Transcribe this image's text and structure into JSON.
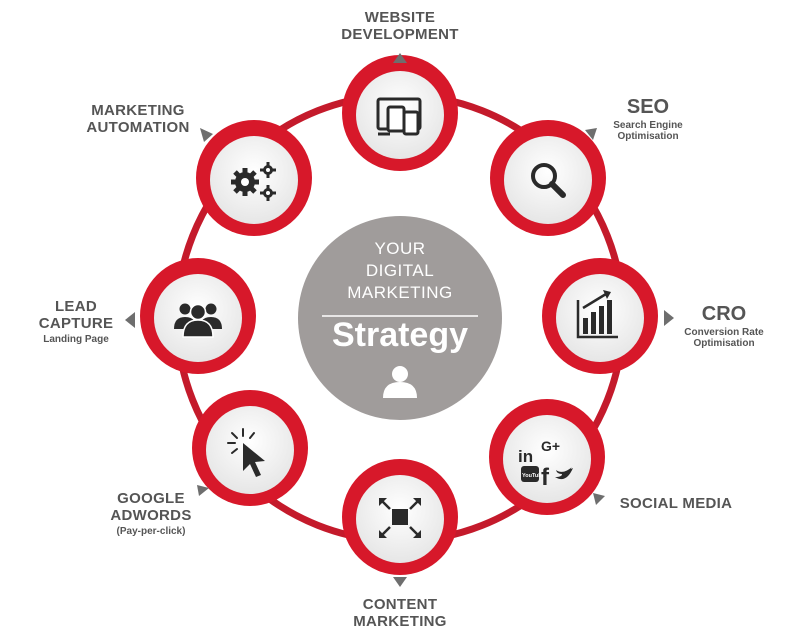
{
  "center": {
    "line1": "YOUR",
    "line2": "DIGITAL",
    "line3": "MARKETING",
    "strategy": "Strategy",
    "icon": "user-icon"
  },
  "colors": {
    "red": "#d7182a",
    "ring": "#c41a2b",
    "center": "#a09c9b",
    "text": "#555555",
    "arrow": "#6e6e6e"
  },
  "nodes": [
    {
      "id": "website-development",
      "title_line1": "WEBSITE",
      "title_line2": "DEVELOPMENT",
      "subtitle": "",
      "icon": "devices-icon"
    },
    {
      "id": "seo",
      "title_line1": "SEO",
      "title_line2": "",
      "subtitle": "Search Engine Optimisation",
      "icon": "search-icon"
    },
    {
      "id": "cro",
      "title_line1": "CRO",
      "title_line2": "",
      "subtitle": "Conversion Rate Optimisation",
      "icon": "growth-chart-icon"
    },
    {
      "id": "social-media",
      "title_line1": "SOCIAL MEDIA",
      "title_line2": "",
      "subtitle": "",
      "icon": "social-logos-icon"
    },
    {
      "id": "content-marketing",
      "title_line1": "CONTENT",
      "title_line2": "MARKETING",
      "subtitle": "",
      "icon": "expand-icon"
    },
    {
      "id": "google-adwords",
      "title_line1": "GOOGLE",
      "title_line2": "ADWORDS",
      "subtitle": "(Pay-per-click)",
      "icon": "cursor-click-icon"
    },
    {
      "id": "lead-capture",
      "title_line1": "LEAD",
      "title_line2": "CAPTURE",
      "subtitle": "Landing Page",
      "icon": "group-icon"
    },
    {
      "id": "marketing-automation",
      "title_line1": "MARKETING",
      "title_line2": "AUTOMATION",
      "subtitle": "",
      "icon": "gears-icon"
    }
  ],
  "social_glyphs": {
    "linkedin": "in",
    "google_plus": "G+",
    "youtube": "YouTube",
    "facebook": "f"
  }
}
